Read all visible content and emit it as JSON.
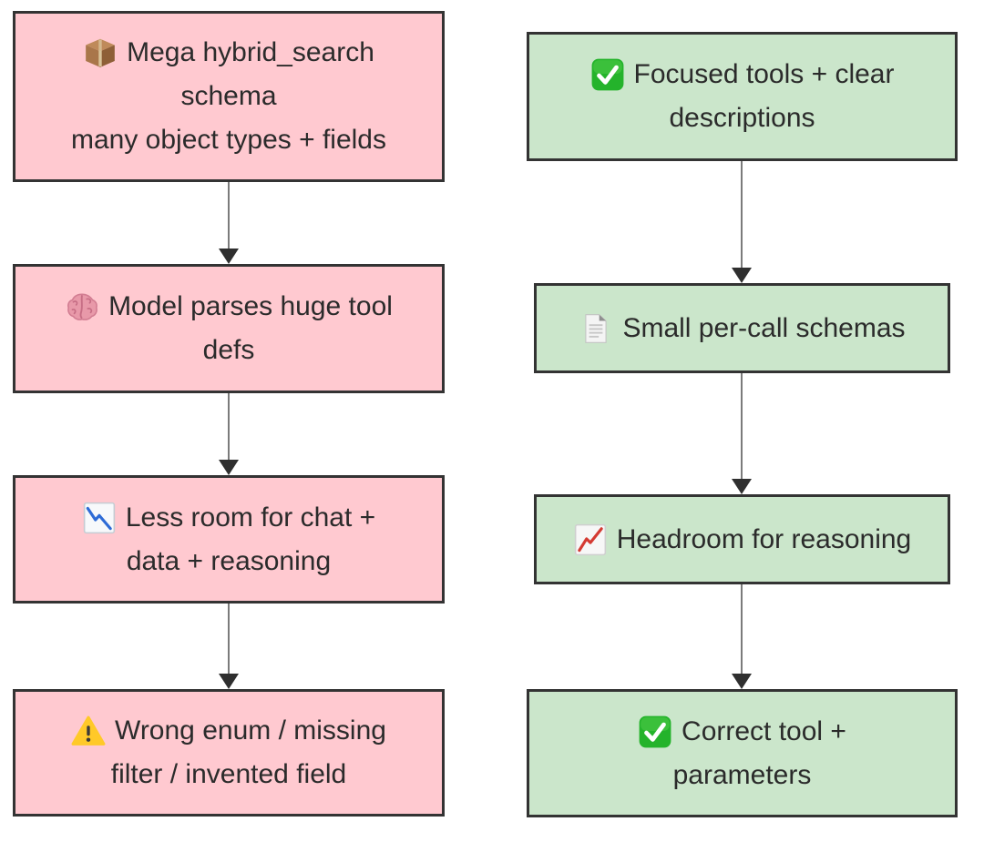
{
  "diagram_type": "flowchart",
  "colors": {
    "bad_fill": "#ffc9d0",
    "good_fill": "#cbe6cb",
    "border": "#333333",
    "arrow_line": "#7b7b7b",
    "arrow_head": "#2f2f2f",
    "text": "#2b2b2b"
  },
  "nodes": {
    "left": [
      {
        "id": "mega-schema",
        "status": "bad",
        "icon": "package-icon",
        "line1": "Mega hybrid_search",
        "rest": "schema\nmany object types + fields"
      },
      {
        "id": "model-parses",
        "status": "bad",
        "icon": "brain-icon",
        "line1": "Model parses huge tool",
        "rest": "defs"
      },
      {
        "id": "less-room",
        "status": "bad",
        "icon": "chart-decreasing-icon",
        "line1": "Less room for chat +",
        "rest": "data + reasoning"
      },
      {
        "id": "wrong-output",
        "status": "bad",
        "icon": "warning-icon",
        "line1": "Wrong enum / missing",
        "rest": "filter / invented field"
      }
    ],
    "right": [
      {
        "id": "focused-tools",
        "status": "good",
        "icon": "check-mark-icon",
        "line1": "Focused tools + clear",
        "rest": "descriptions"
      },
      {
        "id": "small-schemas",
        "status": "good",
        "icon": "page-icon",
        "line1": "Small per-call schemas"
      },
      {
        "id": "headroom",
        "status": "good",
        "icon": "chart-increasing-icon",
        "line1": "Headroom for reasoning"
      },
      {
        "id": "correct-tool",
        "status": "good",
        "icon": "check-mark-icon",
        "line1": "Correct tool +",
        "rest": "parameters"
      }
    ]
  },
  "edges": [
    {
      "from": "mega-schema",
      "to": "model-parses"
    },
    {
      "from": "model-parses",
      "to": "less-room"
    },
    {
      "from": "less-room",
      "to": "wrong-output"
    },
    {
      "from": "focused-tools",
      "to": "small-schemas"
    },
    {
      "from": "small-schemas",
      "to": "headroom"
    },
    {
      "from": "headroom",
      "to": "correct-tool"
    }
  ]
}
